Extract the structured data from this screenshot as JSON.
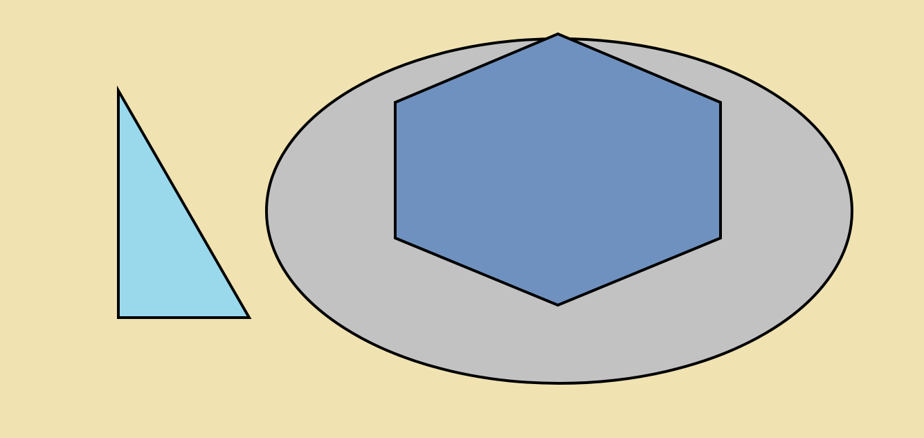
{
  "colors": {
    "background": "#F0E3B1",
    "triangle_fill": "#9AD9EC",
    "ellipse_fill": "#C2C2C2",
    "hexagon_fill": "#6F91BF",
    "stroke": "#000000"
  },
  "shapes": [
    {
      "kind": "right-triangle",
      "fill_key": "triangle_fill"
    },
    {
      "kind": "ellipse",
      "fill_key": "ellipse_fill"
    },
    {
      "kind": "hexagon",
      "fill_key": "hexagon_fill"
    }
  ]
}
